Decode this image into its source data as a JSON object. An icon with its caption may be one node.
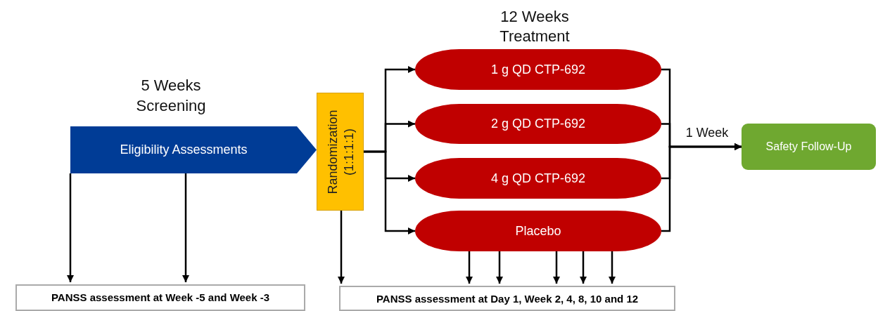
{
  "diagram": {
    "nodes": [
      {
        "text": [
          "Eligibility Assessments"
        ],
        "beside": [
          "5 Weeks Screening"
        ]
      },
      {
        "text": [
          "Randomization (1:1:1:1)"
        ]
      },
      {
        "text": [
          "1 g QD CTP-692"
        ]
      },
      {
        "text": [
          "2 g QD CTP-692"
        ]
      },
      {
        "text": [
          "4 g QD CTP-692"
        ]
      },
      {
        "text": [
          "Placebo"
        ]
      },
      {
        "text": [
          "Safety Follow-Up"
        ]
      },
      {
        "text": [
          "PANSS assessment at Week -5 and Week -3"
        ]
      },
      {
        "text": [
          "PANSS assessment at Day 1, Week 2, 4, 8, 10 and 12"
        ]
      }
    ],
    "edges": [
      {
        "from": 0,
        "to": 7,
        "arrow": "to"
      },
      {
        "from": 0,
        "to": 7,
        "arrow": "to"
      },
      {
        "from": 1,
        "to": 2,
        "arrow": "to"
      },
      {
        "from": 1,
        "to": 3,
        "arrow": "to"
      },
      {
        "from": 1,
        "to": 4,
        "arrow": "to"
      },
      {
        "from": 1,
        "to": 5,
        "arrow": "to"
      },
      {
        "from": 2,
        "to": 6,
        "arrow": "to"
      },
      {
        "from": 3,
        "to": 6,
        "arrow": "to"
      },
      {
        "from": 4,
        "to": 6,
        "arrow": "to"
      },
      {
        "from": 5,
        "to": 6,
        "arrow": "to"
      },
      {
        "from": 1,
        "to": 8,
        "arrow": "to"
      },
      {
        "from": 5,
        "to": 8,
        "arrow": "to"
      },
      {
        "from": 5,
        "to": 8,
        "arrow": "to"
      },
      {
        "from": 5,
        "to": 8,
        "arrow": "to"
      },
      {
        "from": 5,
        "to": 8,
        "arrow": "to"
      },
      {
        "from": 5,
        "to": 8,
        "arrow": "to"
      }
    ],
    "labels": [
      "12 Weeks Treatment",
      "1 Week"
    ]
  }
}
